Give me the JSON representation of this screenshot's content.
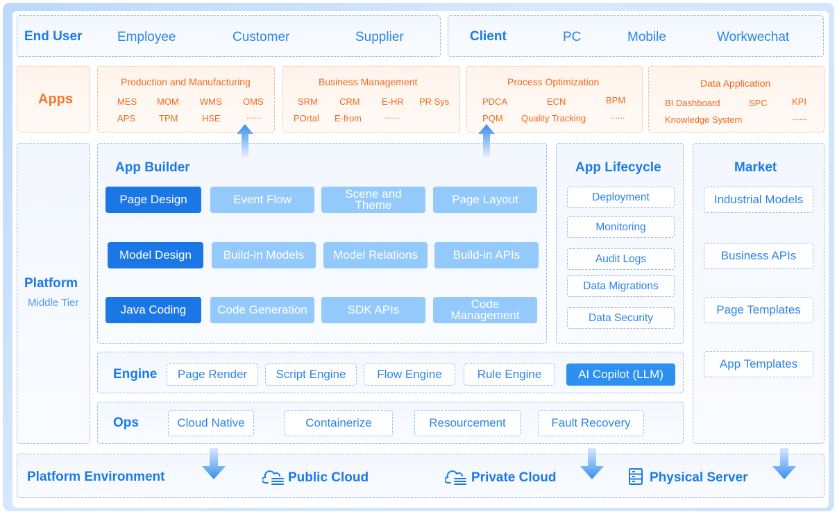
{
  "end_user": {
    "title": "End User",
    "items": [
      "Employee",
      "Customer",
      "Supplier"
    ]
  },
  "client": {
    "title": "Client",
    "items": [
      "PC",
      "Mobile",
      "Workwechat"
    ]
  },
  "apps": {
    "title": "Apps",
    "groups": [
      {
        "title": "Production and Manufacturing",
        "items": [
          "MES",
          "MOM",
          "WMS",
          "OMS",
          "APS",
          "TPM",
          "HSE",
          "......"
        ]
      },
      {
        "title": "Business Management",
        "items": [
          "SRM",
          "CRM",
          "E-HR",
          "PR Sys",
          "POrtal",
          "E-from",
          "......"
        ]
      },
      {
        "title": "Process Optimization",
        "items": [
          "PDCA",
          "ECN",
          "BPM",
          "PQM",
          "Quality Tracking",
          "......"
        ]
      },
      {
        "title": "Data Application",
        "items": [
          "BI Dashboard",
          "SPC",
          "KPI",
          "Knowledge System",
          "......"
        ]
      }
    ]
  },
  "platform": {
    "title": "Platform",
    "subtitle": "Middle Tier"
  },
  "app_builder": {
    "title": "App Builder",
    "rows": [
      [
        "Page Design",
        "Event Flow",
        "Scene and Theme",
        "Page Layout"
      ],
      [
        "Model Design",
        "Build-in Models",
        "Model Relations",
        "Build-in APIs"
      ],
      [
        "Java Coding",
        "Code Generation",
        "SDK APIs",
        "Code Management"
      ]
    ]
  },
  "app_lifecycle": {
    "title": "App Lifecycle",
    "items": [
      "Deployment",
      "Monitoring",
      "Audit Logs",
      "Data Migrations",
      "Data Security"
    ]
  },
  "market": {
    "title": "Market",
    "items": [
      "Industrial Models",
      "Business APIs",
      "Page Templates",
      "App Templates"
    ]
  },
  "engine": {
    "title": "Engine",
    "items": [
      "Page Render",
      "Script Engine",
      "Flow Engine",
      "Rule Engine",
      "AI Copilot (LLM)"
    ]
  },
  "ops": {
    "title": "Ops",
    "items": [
      "Cloud Native",
      "Containerize",
      "Resourcement",
      "Fault Recovery"
    ]
  },
  "environment": {
    "title": "Platform Environment",
    "items": [
      {
        "label": "Public Cloud",
        "icon": "cloud-icon"
      },
      {
        "label": "Private Cloud",
        "icon": "cloud-icon"
      },
      {
        "label": "Physical Server",
        "icon": "server-icon"
      }
    ]
  },
  "colors": {
    "primary_blue": "#1b76e6",
    "light_blue": "#93c9fb",
    "orange": "#ef6a1a"
  }
}
